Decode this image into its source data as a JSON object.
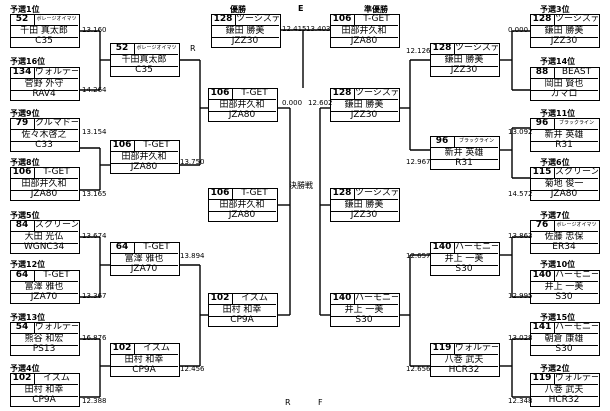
{
  "header": {
    "center_marker": "E",
    "winner_label": "優勝",
    "runner_up_label": "準優勝",
    "final_label": "決勝戦"
  },
  "markers": {
    "left_r1": "R",
    "left_r2": "R",
    "right_r2": "F"
  },
  "seeds": {
    "l1": "予選1位",
    "l2": "予選16位",
    "l3": "予選9位",
    "l4": "予選8位",
    "l5": "予選5位",
    "l6": "予選12位",
    "l7": "予選13位",
    "l8": "予選4位",
    "r1": "予選3位",
    "r2": "予選14位",
    "r3": "予選11位",
    "r4": "予選6位",
    "r5": "予選7位",
    "r6": "予選10位",
    "r7": "予選15位",
    "r8": "予選2位"
  },
  "cards": {
    "l1": {
      "num": "52",
      "team": "ボレージオイマツ",
      "driver": "千田 真太郎",
      "car": "C35"
    },
    "l2": {
      "num": "134",
      "team": "ヴォルテージ",
      "driver": "菅野 外守",
      "car": "RAV4"
    },
    "l3": {
      "num": "79",
      "team": "クルマドー",
      "driver": "佐々木啓之",
      "car": "C33"
    },
    "l4": {
      "num": "106",
      "team": "T-GET",
      "driver": "田部井久和",
      "car": "JZA80"
    },
    "l5": {
      "num": "84",
      "team": "スクリーン",
      "driver": "大田 光仏",
      "car": "WGNC34"
    },
    "l6": {
      "num": "64",
      "team": "T-GET",
      "driver": "富澤 雅也",
      "car": "JZA70"
    },
    "l7": {
      "num": "54",
      "team": "ヴォルテージ",
      "driver": "熊谷 和宏",
      "car": "PS13"
    },
    "l8": {
      "num": "102",
      "team": "イズム",
      "driver": "田村 和幸",
      "car": "CP9A"
    },
    "lq1": {
      "num": "52",
      "team": "ボレージオイマツ",
      "driver": "千田真太郎",
      "car": "C35"
    },
    "lq2": {
      "num": "106",
      "team": "T-GET",
      "driver": "田部井久和",
      "car": "JZA80"
    },
    "lq3": {
      "num": "64",
      "team": "T-GET",
      "driver": "富澤 雅也",
      "car": "JZA70"
    },
    "lq4": {
      "num": "102",
      "team": "イズム",
      "driver": "田村 和幸",
      "car": "CP9A"
    },
    "ls1": {
      "num": "106",
      "team": "T-GET",
      "driver": "田部井久和",
      "car": "JZA80"
    },
    "ls2": {
      "num": "102",
      "team": "イズム",
      "driver": "田村 和幸",
      "car": "CP9A"
    },
    "lf": {
      "num": "106",
      "team": "T-GET",
      "driver": "田部井久和",
      "car": "JZA80"
    },
    "winner": {
      "num": "128",
      "team": "ツーシステム",
      "driver": "鎌田 勝美",
      "car": "JZZ30"
    },
    "runnerup": {
      "num": "106",
      "team": "T-GET",
      "driver": "田部井久和",
      "car": "JZA80"
    },
    "rf": {
      "num": "128",
      "team": "ツーシステム",
      "driver": "鎌田 勝美",
      "car": "JZZ30"
    },
    "rs1": {
      "num": "128",
      "team": "ツーシステム",
      "driver": "鎌田 勝美",
      "car": "JZZ30"
    },
    "rs2": {
      "num": "140",
      "team": "ハーモニーR",
      "driver": "井上 一美",
      "car": "S30"
    },
    "rq1": {
      "num": "128",
      "team": "ツーシステム",
      "driver": "鎌田 勝美",
      "car": "JZZ30"
    },
    "rq2": {
      "num": "96",
      "team": "ブラックライン",
      "driver": "新井 英雄",
      "car": "R31"
    },
    "rq3": {
      "num": "140",
      "team": "ハーモニーR",
      "driver": "井上 一美",
      "car": "S30"
    },
    "rq4": {
      "num": "119",
      "team": "ヴォルテージ",
      "driver": "八巻 武夫",
      "car": "HCR32"
    },
    "r1": {
      "num": "128",
      "team": "ツーシステム",
      "driver": "鎌田 勝美",
      "car": "JZZ30"
    },
    "r2": {
      "num": "88",
      "team": "BEAST",
      "driver": "岡田 賢也",
      "car": "カマロ"
    },
    "r3": {
      "num": "96",
      "team": "ブラックライン",
      "driver": "新井 英雄",
      "car": "R31"
    },
    "r4": {
      "num": "115",
      "team": "スクリーン",
      "driver": "菊地 俊一",
      "car": "JZA80"
    },
    "r5": {
      "num": "76",
      "team": "ボレージオイマツ",
      "driver": "佐藤 忠保",
      "car": "ER34"
    },
    "r6": {
      "num": "140",
      "team": "ハーモニーR",
      "driver": "井上 一美",
      "car": "S30"
    },
    "r7": {
      "num": "141",
      "team": "ハーモニーR",
      "driver": "朝倉 康雄",
      "car": "S30"
    },
    "r8": {
      "num": "119",
      "team": "ヴォルテージ",
      "driver": "八巻 武夫",
      "car": "HCR32"
    }
  },
  "scores": {
    "l1": "13.160",
    "l2": "14.264",
    "l3": "13.154",
    "l4": "13.165",
    "l5": "13.674",
    "l6": "13.367",
    "l7": "16.876",
    "l8": "12.388",
    "lq2": "13.750",
    "lq3": "13.894",
    "lq4": "12.456",
    "ls1": "0.000",
    "final_l": "12.415",
    "final_r": "13.403",
    "rs1": "12.602",
    "rq1": "12.126",
    "rq2": "12.967",
    "rq3": "12.657",
    "rq4": "12.656",
    "r1": "0.000",
    "r3": "13.092",
    "r4": "14.572",
    "r5": "13.863",
    "r6": "12.995",
    "r7": "13.028",
    "r8": "12.348"
  }
}
